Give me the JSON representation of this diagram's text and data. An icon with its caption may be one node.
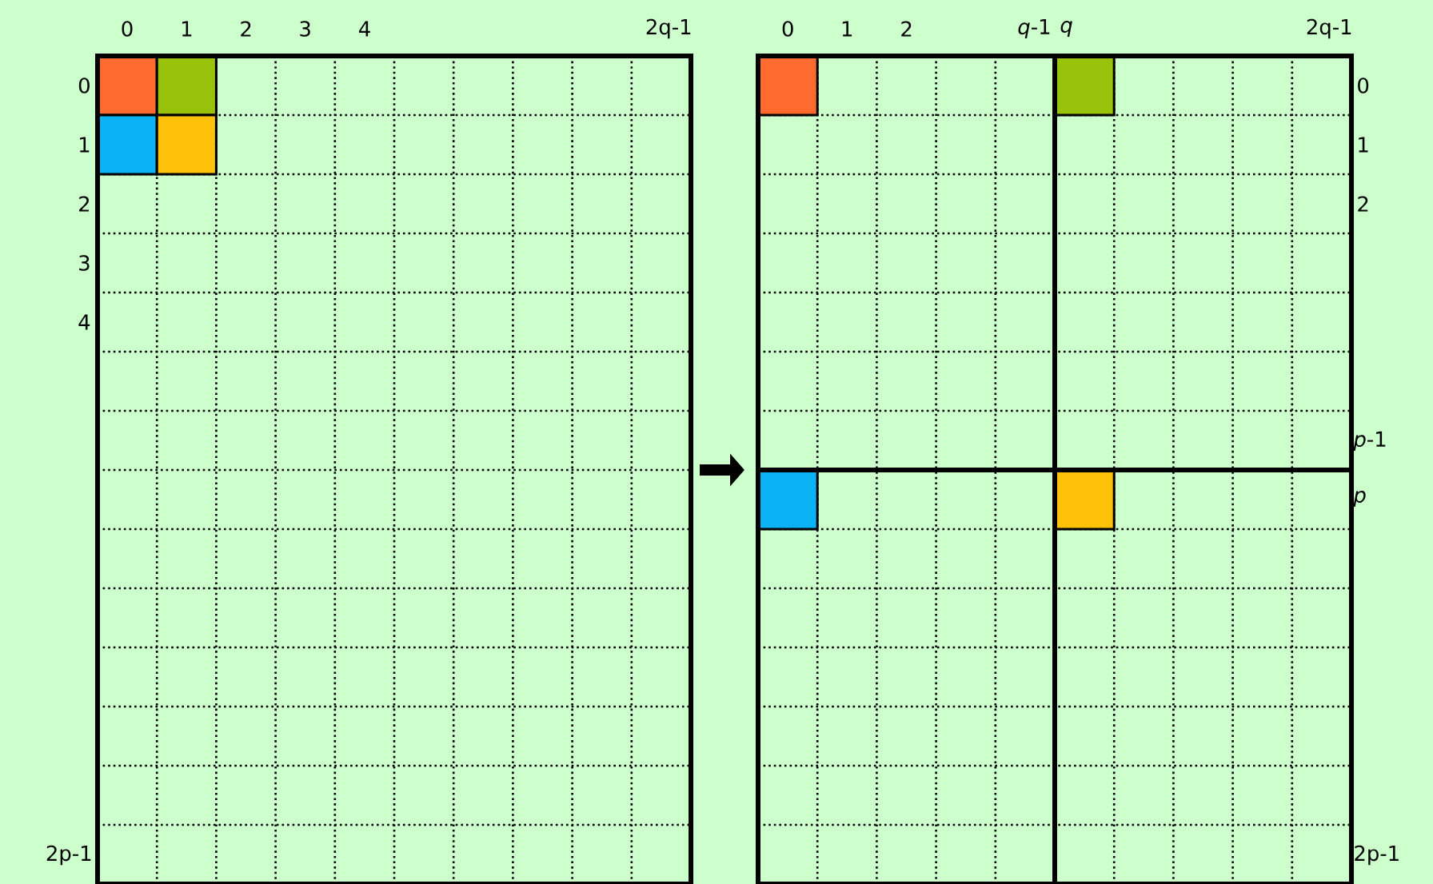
{
  "diagram": {
    "nodes": [
      {
        "text": [],
        "shape": "box",
        "beside": [
          "0",
          "1",
          "2",
          "3",
          "4",
          "2q-1",
          "0",
          "1",
          "2",
          "3",
          "4",
          "2p-1"
        ]
      },
      {
        "text": [],
        "shape": "box",
        "beside": [
          "0",
          "1",
          "2",
          "*q*-1",
          "*q*",
          "2q-1",
          "0",
          "1",
          "2",
          "*p*-1",
          "*p*",
          "2p-1"
        ]
      }
    ],
    "edges": [
      {
        "from": 0,
        "to": 1,
        "arrow": "to"
      }
    ]
  }
}
